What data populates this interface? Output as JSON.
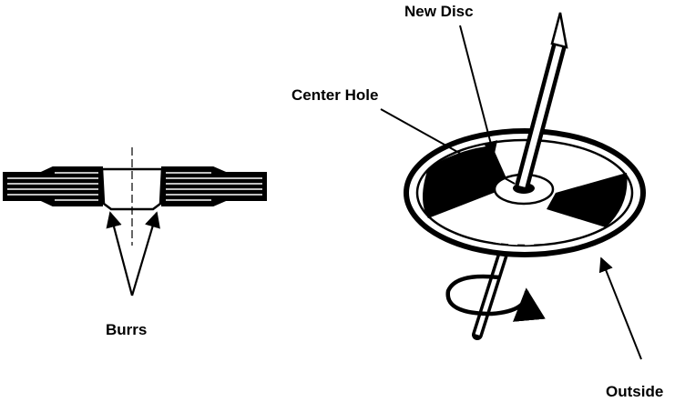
{
  "labels": {
    "burrs": "Burrs",
    "new_disc": "New Disc",
    "center_hole": "Center Hole",
    "outside": "Outside"
  },
  "colors": {
    "ink": "#000000",
    "paper": "#ffffff"
  }
}
